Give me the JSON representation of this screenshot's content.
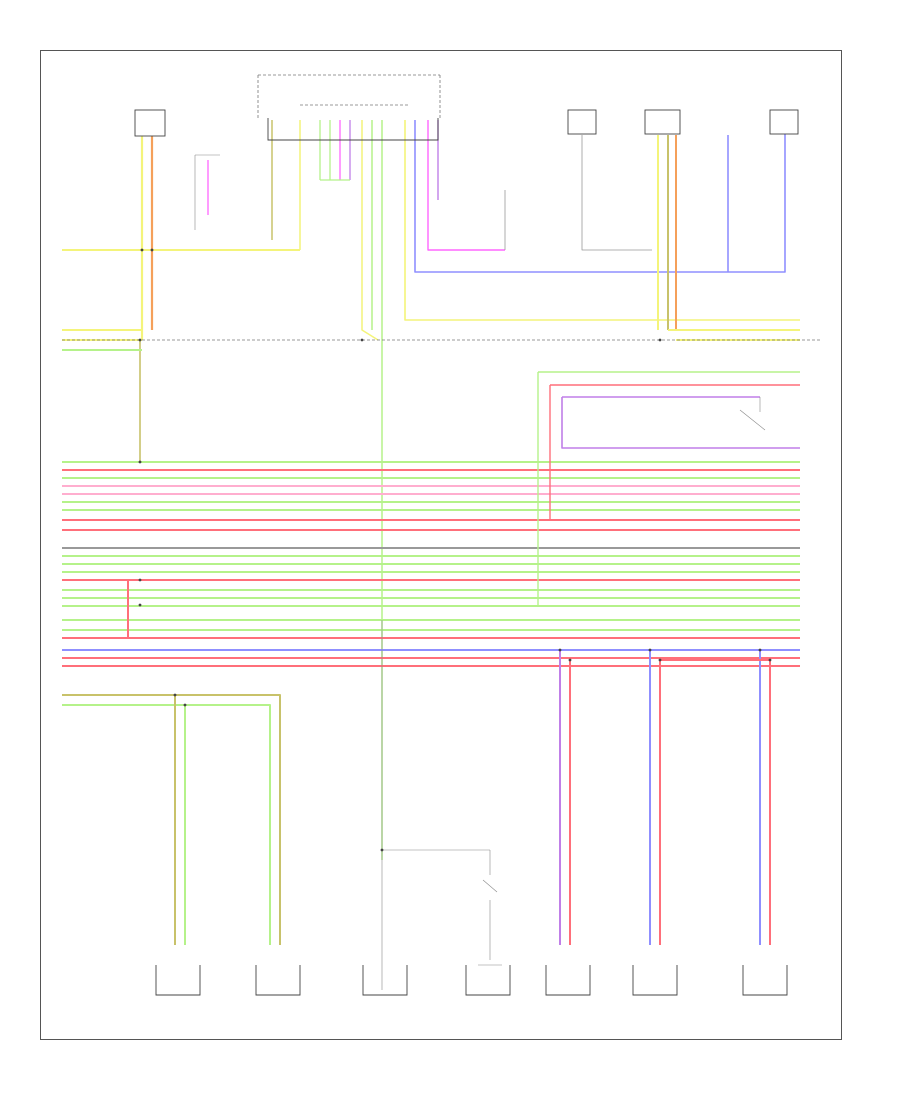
{
  "figure_id": "",
  "colors": {
    "yellow": "#f4f47a",
    "green": "#b5f28a",
    "red": "#ff6f7a",
    "pink": "#ffaecf",
    "blue": "#8f8fff",
    "violet": "#c07fe8",
    "orange": "#f5a05a",
    "magenta": "#ff66ff",
    "olive": "#c8c26a",
    "gray": "#999999",
    "dark": "#666666"
  },
  "components": {
    "top": [
      {
        "id": "c1",
        "lines": [
          "",
          "",
          ""
        ]
      },
      {
        "id": "c2",
        "lines": [
          "",
          "",
          "",
          "",
          ""
        ]
      },
      {
        "id": "c3",
        "lines": [
          "",
          ""
        ]
      },
      {
        "id": "c4",
        "lines": [
          "",
          "",
          "",
          "",
          ""
        ]
      },
      {
        "id": "c5",
        "lines": [
          "",
          ""
        ]
      },
      {
        "id": "c6",
        "lines": [
          "",
          "",
          ""
        ]
      },
      {
        "id": "c7",
        "lines": [
          "",
          "",
          ""
        ]
      },
      {
        "id": "c8",
        "lines": [
          "",
          "",
          ""
        ]
      }
    ],
    "bottom": [
      {
        "id": "b1",
        "lines": [
          "",
          ""
        ]
      },
      {
        "id": "b2",
        "lines": [
          "",
          ""
        ]
      },
      {
        "id": "b3",
        "lines": [
          "",
          "",
          ""
        ]
      },
      {
        "id": "b4",
        "lines": [
          "",
          ""
        ]
      },
      {
        "id": "b5",
        "lines": [
          "",
          "",
          ""
        ]
      },
      {
        "id": "b6",
        "lines": [
          "",
          "",
          ""
        ]
      },
      {
        "id": "b7",
        "lines": [
          "",
          "",
          ""
        ]
      }
    ]
  }
}
